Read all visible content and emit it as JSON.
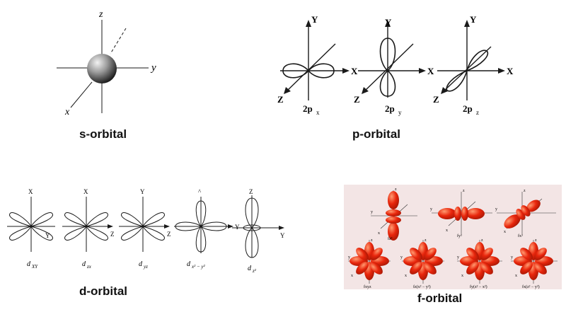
{
  "s_orbital": {
    "caption": "s-orbital",
    "axes": {
      "z": "z",
      "y": "y",
      "x": "x"
    }
  },
  "p_orbital": {
    "caption": "p-orbital",
    "axes": {
      "x": "X",
      "y": "Y",
      "z": "Z"
    },
    "sublabels": [
      "2p",
      "2p",
      "2p"
    ],
    "subscripts": [
      "x",
      "y",
      "z"
    ]
  },
  "d_orbital": {
    "caption": "d-orbital",
    "labels": [
      "d",
      "d",
      "d",
      "d",
      "d"
    ],
    "label_subs": [
      "XY",
      "zx",
      "yz",
      "x² − y²",
      "z²"
    ],
    "axis_letters": {
      "x": "X",
      "y": "Y",
      "z": "Z",
      "caret": "^",
      "Z": "Z"
    }
  },
  "f_orbital": {
    "caption": "f-orbital",
    "labels": [
      "fz³",
      "fy³",
      "fx³",
      "fxyz",
      "fz(x² − y²)",
      "fy(z² − x²)",
      "fx(z² − y²)"
    ],
    "axis_letters": {
      "x": "x",
      "y": "y",
      "z": "z"
    },
    "colors": {
      "lobe": "#e8260c",
      "lobe_dark": "#b01a05",
      "highlight": "#ff9a70",
      "panel": "#f3e5e5"
    }
  },
  "colors": {
    "line": "#1a1a1a",
    "sphere_light": "#e6e6e6",
    "sphere_dark": "#1a1a1a"
  }
}
